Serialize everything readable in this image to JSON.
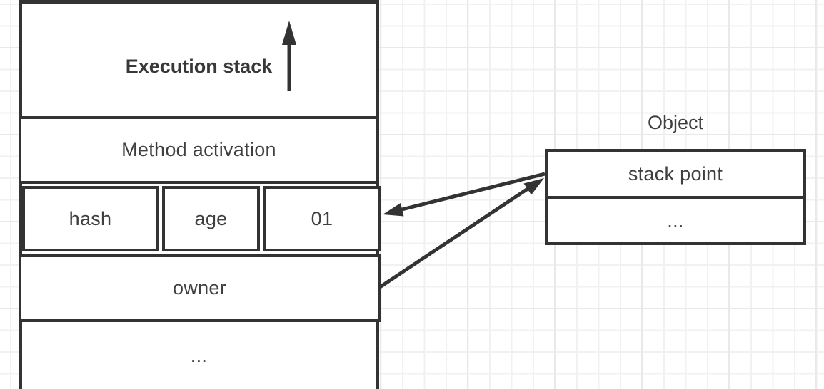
{
  "colors": {
    "line": "#333333",
    "text": "#3f3f3f",
    "background": "#ffffff",
    "grid_minor": "#f1f1f1",
    "grid_major": "#e9e9e9"
  },
  "stack": {
    "title": "Execution stack",
    "method_row": "Method activation",
    "cells": [
      "hash",
      "age",
      "01"
    ],
    "owner_row": "owner",
    "ellipsis_row": "..."
  },
  "object": {
    "label": "Object",
    "rows": [
      "stack point",
      "..."
    ]
  },
  "arrows": {
    "stack_growth": "up-arrow",
    "object_to_cell": "arrow pointing at cell 01",
    "owner_to_object": "arrow pointing at object box"
  }
}
